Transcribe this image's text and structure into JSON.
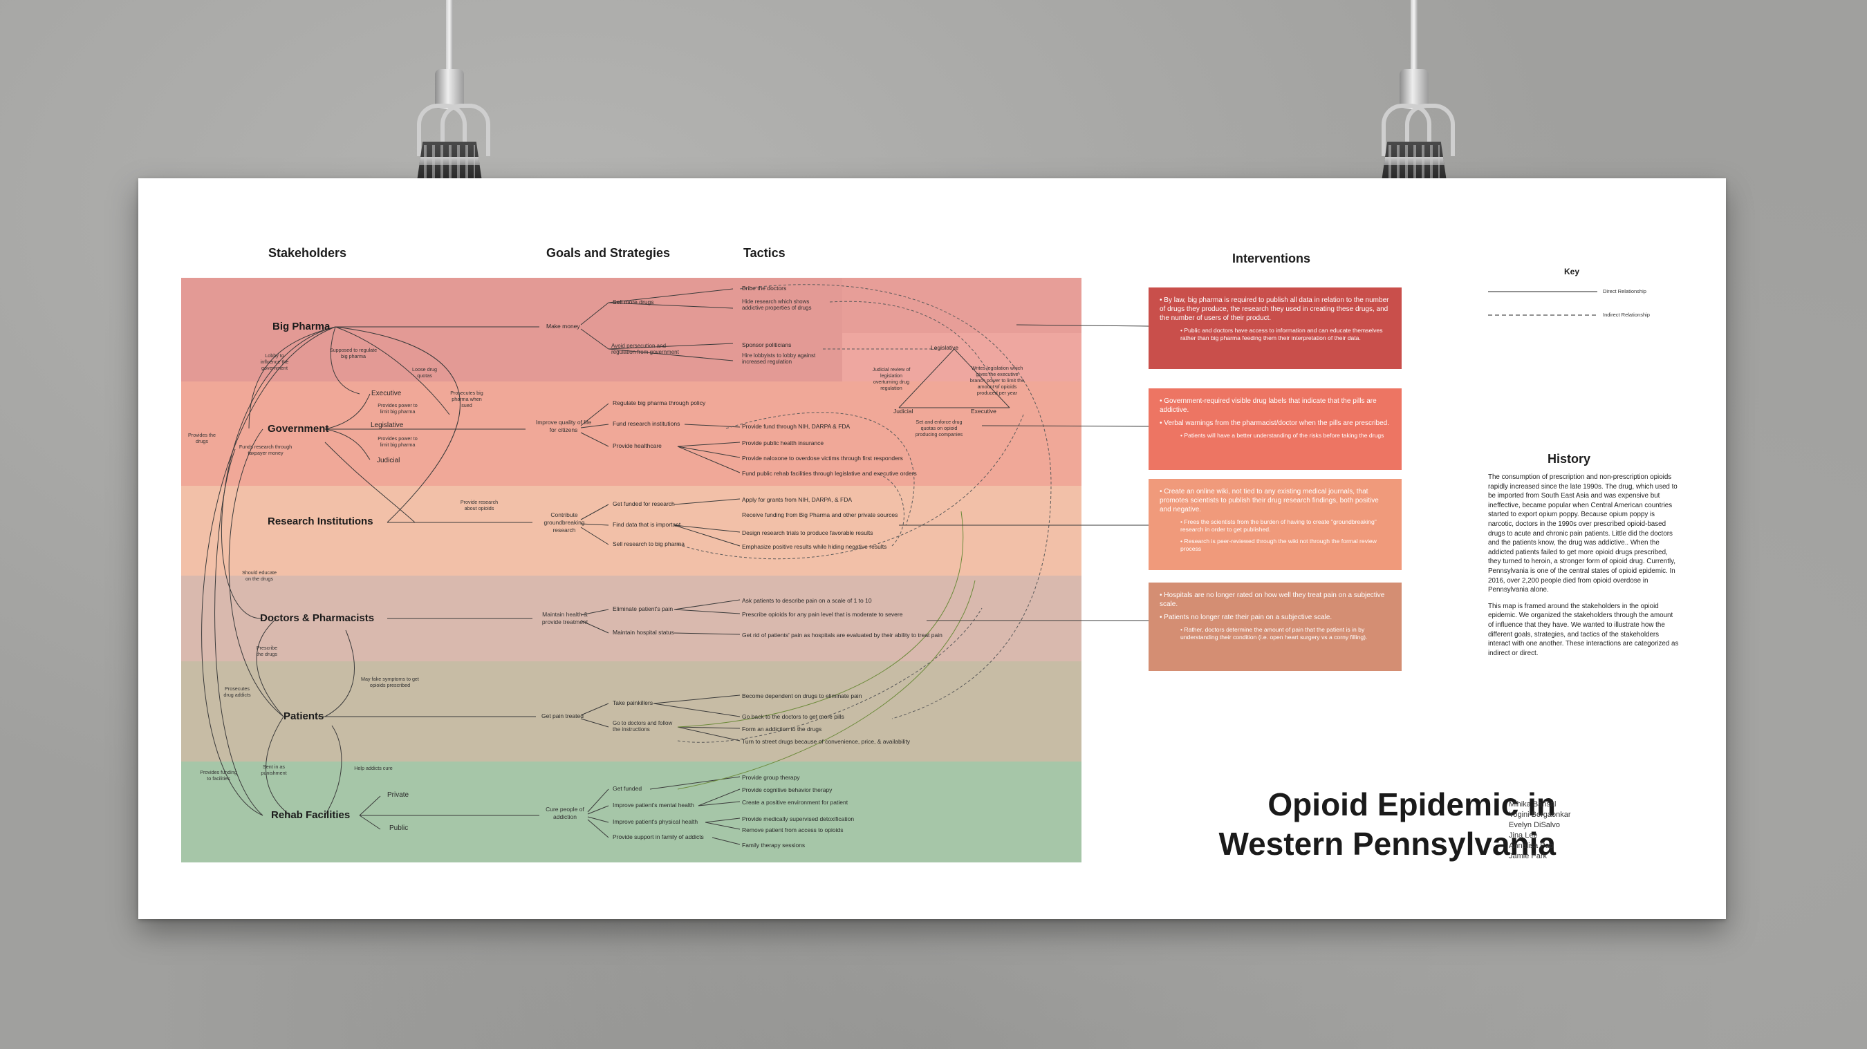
{
  "headers": {
    "stakeholders": "Stakeholders",
    "goals": "Goals and Strategies",
    "tactics": "Tactics",
    "interventions": "Interventions",
    "key": "Key",
    "history": "History"
  },
  "key_items": {
    "direct": "Direct Relationship",
    "indirect": "Indirect Relationship"
  },
  "stakeholders": {
    "big_pharma": "Big Pharma",
    "government": "Government",
    "research": "Research Institutions",
    "doctors": "Doctors & Pharmacists",
    "patients": "Patients",
    "rehab": "Rehab Facilities"
  },
  "branches": {
    "executive": "Executive",
    "legislative": "Legislative",
    "judicial": "Judicial",
    "private": "Private",
    "public": "Public"
  },
  "goals": {
    "make_money": "Make money",
    "improve_quality": "Improve quality of life for citizens",
    "contribute": "Contribute groundbreaking research",
    "maintain": "Maintain health & provide treatment",
    "pain_treated": "Get pain treated",
    "cure": "Cure people of addiction"
  },
  "strategies": {
    "sell_more": "Sell more drugs",
    "avoid": "Avoid persecution and regulation from government",
    "regulate": "Regulate big pharma through policy",
    "fund_research": "Fund research institutions",
    "healthcare": "Provide healthcare",
    "get_funded_research": "Get funded for research",
    "find_data": "Find data that is important",
    "sell_research": "Sell research to big pharma",
    "eliminate": "Eliminate patient's pain",
    "hospital_status": "Maintain hospital status",
    "take_pk": "Take painkillers",
    "go_doctors": "Go to doctors and follow the instructions",
    "get_funded": "Get funded",
    "mental": "Improve patient's mental health",
    "physical": "Improve patient's physical health",
    "family": "Provide support in family of addicts"
  },
  "tactics": [
    "Bribe the doctors",
    "Hide research which shows addictive properties of drugs",
    "Sponsor politicians",
    "Hire lobbyists to lobby against increased regulation",
    "Provide fund through NIH, DARPA & FDA",
    "Provide public health insurance",
    "Provide naloxone to overdose victims through first responders",
    "Fund public rehab facilities through legislative and executive orders",
    "Apply for grants from NIH, DARPA, & FDA",
    "Receive funding from Big Pharma and other private sources",
    "Design research trials to produce favorable results",
    "Emphasize positive results while hiding negative results",
    "Ask patients to describe pain on a scale of 1 to 10",
    "Prescribe opioids for any pain level that is moderate to severe",
    "Get rid of patients' pain as hospitals are evaluated by their ability to treat pain",
    "Become dependent on drugs to eliminate pain",
    "Go back to the doctors to get more pills",
    "Form an addiction to the drugs",
    "Turn to street drugs because of convenience, price, & availability",
    "Provide group therapy",
    "Provide cognitive behavior therapy",
    "Create a positive environment for patient",
    "Provide medically supervised detoxification",
    "Remove patient from access to opioids",
    "Family therapy sessions"
  ],
  "edge_labels": {
    "lobby": "Lobby to influence the government",
    "supposed": "Supposed to regulate big pharma",
    "loose": "Loose drug quotas",
    "prosecutes": "Prosecutes big pharma when sued",
    "limit1": "Provides power to limit big pharma",
    "limit2": "Provides power to limit big pharma",
    "provides_drugs": "Provides the drugs",
    "taxpayer": "Funds research through taxpayer money",
    "provide_research": "Provide research about opioids",
    "educate": "Should educate on the drugs",
    "prescribe": "Prescribe the drugs",
    "fake": "May fake symptoms to get opioids prescribed",
    "prosecutes_addicts": "Prosecutes drug addicts",
    "sent": "Sent in as punishment",
    "funding": "Provides funding to facilities",
    "help": "Help addicts cure",
    "judicial_review": "Judicial review of legislation overturning drug regulation",
    "writes": "Writes legislation which gives the executive branch power to limit the amount of opioids produced per year",
    "set_enforce": "Set and enforce drug quotas on opioid producing companies",
    "tri_legislative": "Legislative",
    "tri_judicial": "Judicial",
    "tri_executive": "Executive"
  },
  "interventions": [
    {
      "items": [
        "By law, big pharma is required to publish all data in relation to the number of drugs they produce, the research they used in creating these drugs, and the number of users of their product."
      ],
      "sub": [
        "Public and doctors have access to information and can educate themselves rather than big pharma feeding them their interpretation of their data."
      ]
    },
    {
      "items": [
        "Government-required visible drug labels that indicate that the pills are addictive.",
        "Verbal warnings from the pharmacist/doctor when the pills are prescribed."
      ],
      "sub": [
        "Patients will have a better understanding of the risks before taking the drugs"
      ]
    },
    {
      "items": [
        "Create an online wiki, not tied to any existing medical journals, that promotes scientists to publish their drug research findings, both positive and negative."
      ],
      "sub": [
        "Frees the scientists from the burden of having to create \"groundbreaking\" research in order to get published.",
        "Research is peer-reviewed through the wiki not through the formal review process"
      ]
    },
    {
      "items": [
        "Hospitals are no longer rated on how well they treat pain on a subjective scale.",
        "Patients no longer rate their pain on a subjective scale."
      ],
      "sub": [
        "Rather, doctors determine the amount of pain that the patient is in by understanding their condition (i.e. open heart surgery vs a corny filling)."
      ]
    }
  ],
  "history": [
    "The consumption of prescription and non-prescription opioids rapidly increased since the late 1990s. The drug, which used to be imported from South East Asia and was expensive but ineffective, became popular when Central American countries started to export opium poppy. Because opium poppy is narcotic, doctors in the 1990s over prescribed opioid-based drugs to acute and chronic pain patients. Little did the doctors and the patients know, the drug was addictive.. When the addicted patients failed to get more opioid drugs prescribed, they turned to heroin, a stronger form of opioid drug. Currently, Pennsylvania is one of the central states of opioid epidemic. In 2016, over 2,200 people died from opioid overdose in Pennsylvania alone.",
    "This map is framed around the stakeholders in the opioid epidemic. We organized the stakeholders through the amount of influence that they have. We wanted to illustrate how the different goals, strategies, and tactics of the stakeholders interact with one another. These interactions are categorized as indirect or direct."
  ],
  "title_lines": [
    "Opioid Epidemic in",
    "Western Pennsylvania"
  ],
  "authors": [
    "Mihika Bansal",
    "Yogini Borgaonkar",
    "Evelyn DiSalvo",
    "Jina Lee",
    "Annalisa Pao",
    "Jamie Park"
  ],
  "colors": {
    "band_big_pharma": "#e39a95",
    "band_government": "#f0a898",
    "band_research": "#f2c0a8",
    "band_doctors": "#d9b9ae",
    "band_patients": "#c7bca5",
    "band_rehab": "#a6c6a8",
    "int1": "#c94f4b",
    "int2": "#ed7563",
    "int3": "#f09a7b",
    "int4": "#d48e73"
  }
}
